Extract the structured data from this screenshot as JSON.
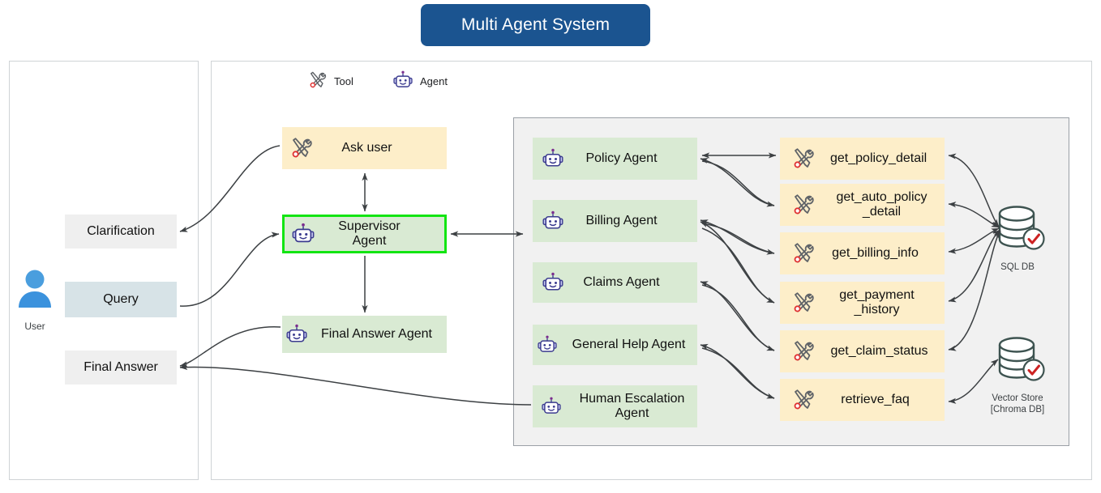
{
  "title": {
    "text": "Multi Agent System",
    "color": "#1b5490"
  },
  "legend": [
    {
      "icon": "tool-icon",
      "label": "Tool"
    },
    {
      "icon": "agent-icon",
      "label": "Agent"
    }
  ],
  "user": {
    "icon": "user-icon",
    "caption": "User"
  },
  "io_boxes": [
    {
      "id": "clarification",
      "label": "Clarification",
      "color": "#efefef"
    },
    {
      "id": "query",
      "label": "Query",
      "color": "#d7e3e7"
    },
    {
      "id": "final-answer",
      "label": "Final Answer",
      "color": "#efefef"
    }
  ],
  "orchestrator": {
    "ask_user": {
      "label": "Ask user",
      "icon": "tool-icon",
      "color": "#fdeec9"
    },
    "supervisor": {
      "label": "Supervisor Agent",
      "icon": "agent-icon",
      "color": "#d9ead3",
      "border": "#12e512"
    },
    "final_answer_agent": {
      "label": "Final Answer Agent",
      "icon": "agent-icon",
      "color": "#d9ead3"
    }
  },
  "agents": [
    {
      "label": "Policy Agent",
      "icon": "agent-icon"
    },
    {
      "label": "Billing Agent",
      "icon": "agent-icon"
    },
    {
      "label": "Claims Agent",
      "icon": "agent-icon"
    },
    {
      "label": "General Help Agent",
      "icon": "agent-icon"
    },
    {
      "label": "Human Escalation Agent",
      "icon": "agent-icon"
    }
  ],
  "tools": [
    {
      "label": "get_policy_detail",
      "icon": "tool-icon"
    },
    {
      "label": "get_auto_policy\n_detail",
      "icon": "tool-icon"
    },
    {
      "label": "get_billing_info",
      "icon": "tool-icon"
    },
    {
      "label": "get_payment\n_history",
      "icon": "tool-icon"
    },
    {
      "label": "get_claim_status",
      "icon": "tool-icon"
    },
    {
      "label": "retrieve_faq",
      "icon": "tool-icon"
    }
  ],
  "datastores": [
    {
      "id": "sql-db",
      "icon": "database-icon",
      "caption": "SQL DB"
    },
    {
      "id": "vector-store",
      "icon": "database-icon",
      "caption": "Vector Store\n[Chroma DB]"
    }
  ],
  "edge_color": "#3c4043"
}
